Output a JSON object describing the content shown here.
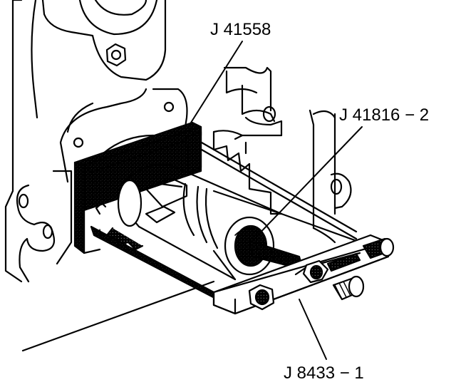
{
  "labels": {
    "tool_plate": "J 41558",
    "forcing_screw": "J 41816 − 2",
    "bar_assembly": "J 8433 − 1"
  },
  "colors": {
    "ink": "#000000",
    "paper": "#ffffff",
    "stipple": "#555555"
  }
}
